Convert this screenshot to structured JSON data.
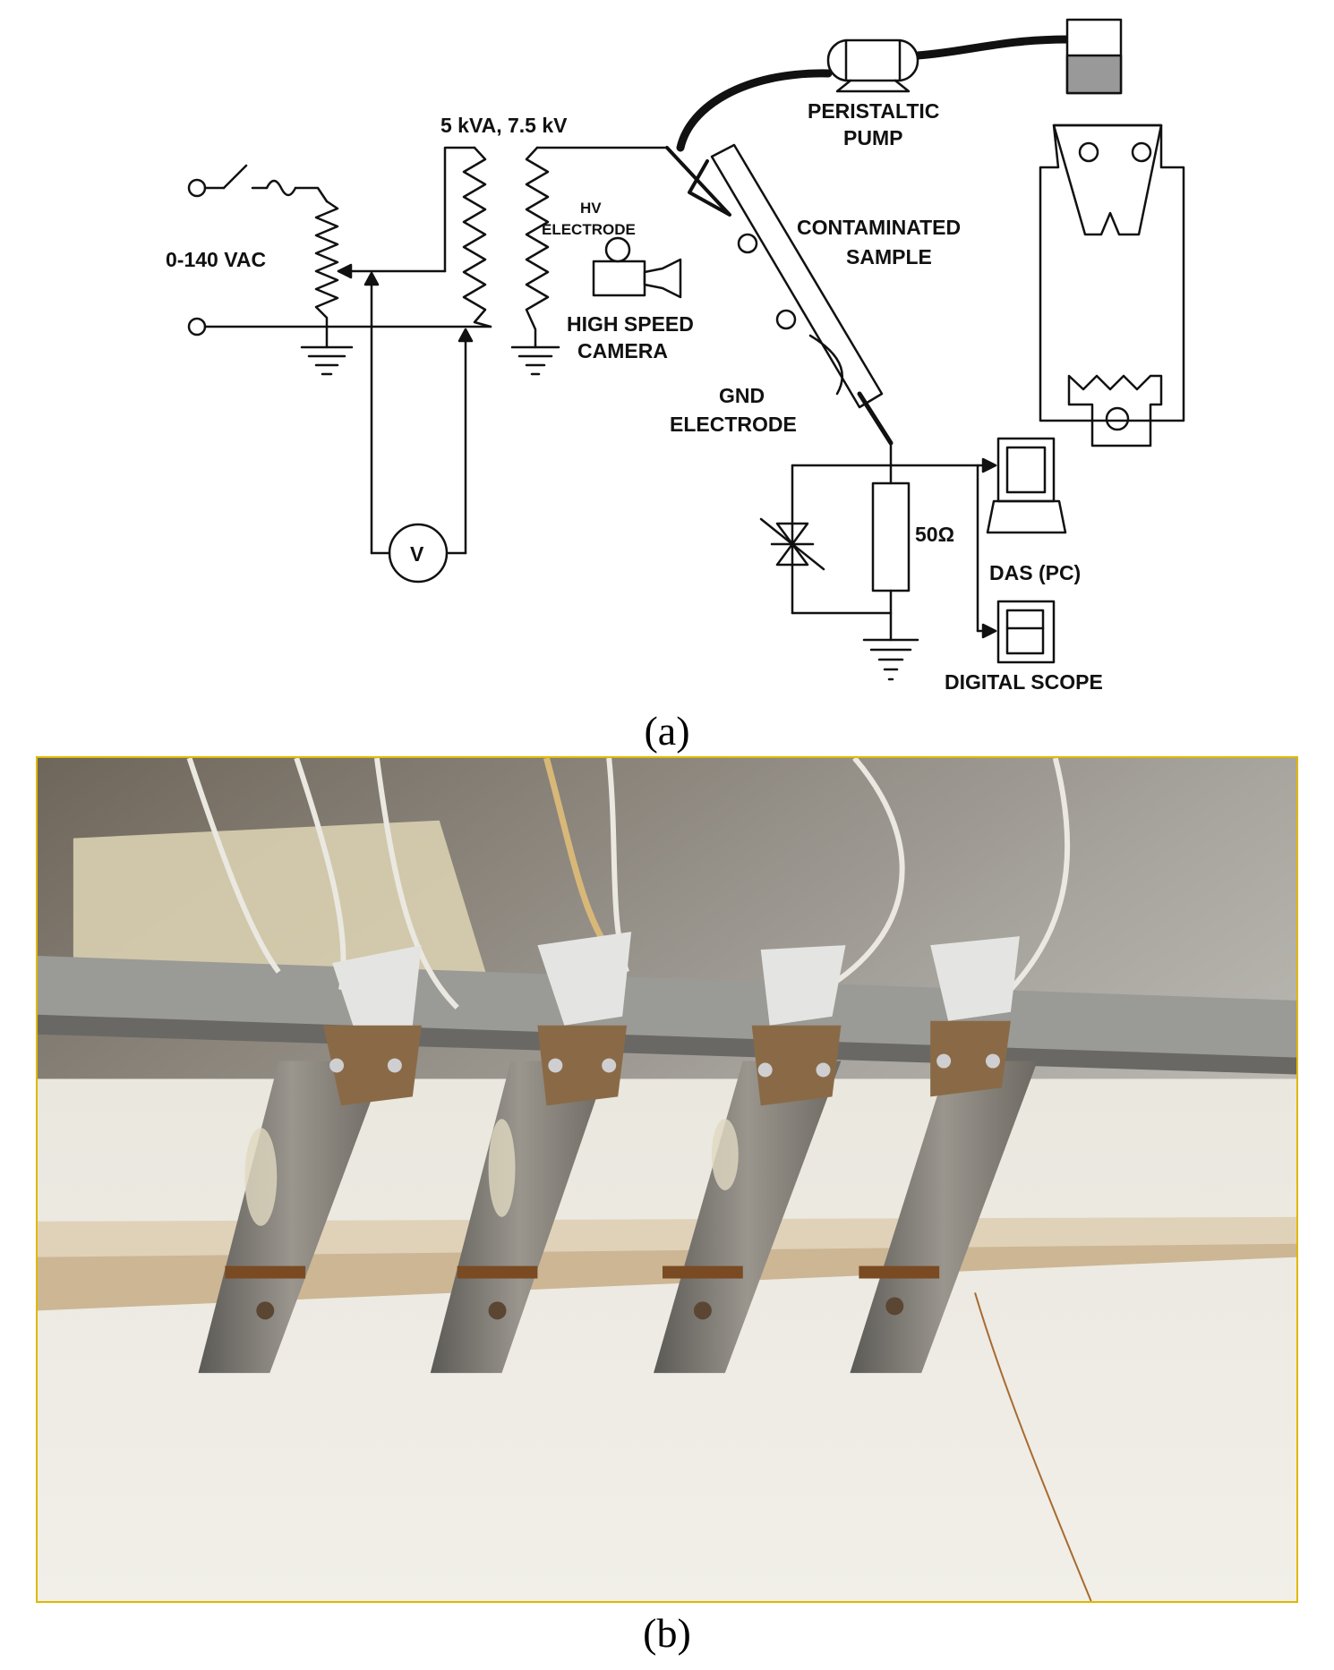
{
  "diagram": {
    "source_label": "0-140 VAC",
    "transformer_label": "5 kVA, 7.5 kV",
    "hv_electrode_label_line1": "HV",
    "hv_electrode_label_line2": "ELECTRODE",
    "camera_label_line1": "HIGH SPEED",
    "camera_label_line2": "CAMERA",
    "pump_label_line1": "PERISTALTIC",
    "pump_label_line2": "PUMP",
    "sample_label_line1": "CONTAMINATED",
    "sample_label_line2": "SAMPLE",
    "gnd_electrode_label_line1": "GND",
    "gnd_electrode_label_line2": "ELECTRODE",
    "resistor_label": "50Ω",
    "voltmeter_label": "V",
    "das_label": "DAS (PC)",
    "scope_label": "DIGITAL SCOPE"
  },
  "captions": {
    "a": "(a)",
    "b": "(b)"
  },
  "colors": {
    "frame_border": "#e0b800",
    "rust": "#8b5a2b",
    "steel": "#8a8a86"
  }
}
